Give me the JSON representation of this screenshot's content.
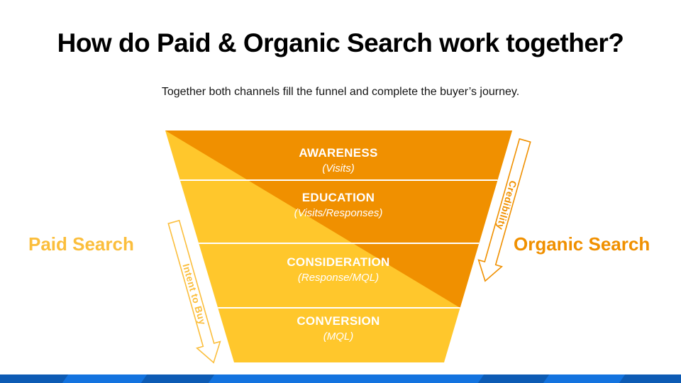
{
  "slide": {
    "title": "How do Paid & Organic Search work together?",
    "subtitle": "Together both channels fill the funnel and complete the buyer’s journey."
  },
  "funnel": {
    "stages": [
      {
        "title": "AWARENESS",
        "metric": "(Visits)"
      },
      {
        "title": "EDUCATION",
        "metric": "(Visits/Responses)"
      },
      {
        "title": "CONSIDERATION",
        "metric": "(Response/MQL)"
      },
      {
        "title": "CONVERSION",
        "metric": "(MQL)"
      }
    ]
  },
  "channels": {
    "paid": {
      "label": "Paid Search",
      "color": "#FBBE3C"
    },
    "organic": {
      "label": "Organic Search",
      "color": "#F09000"
    }
  },
  "arrows": {
    "intent": {
      "label": "Intent to Buy",
      "color": "#FBBE3C"
    },
    "credibility": {
      "label": "Credibility",
      "color": "#F09000"
    }
  },
  "colors": {
    "funnel_paid": "#FFC72C",
    "funnel_organic": "#F09000",
    "footer_light": "#1373DF",
    "footer_dark": "#0D5BB4"
  }
}
